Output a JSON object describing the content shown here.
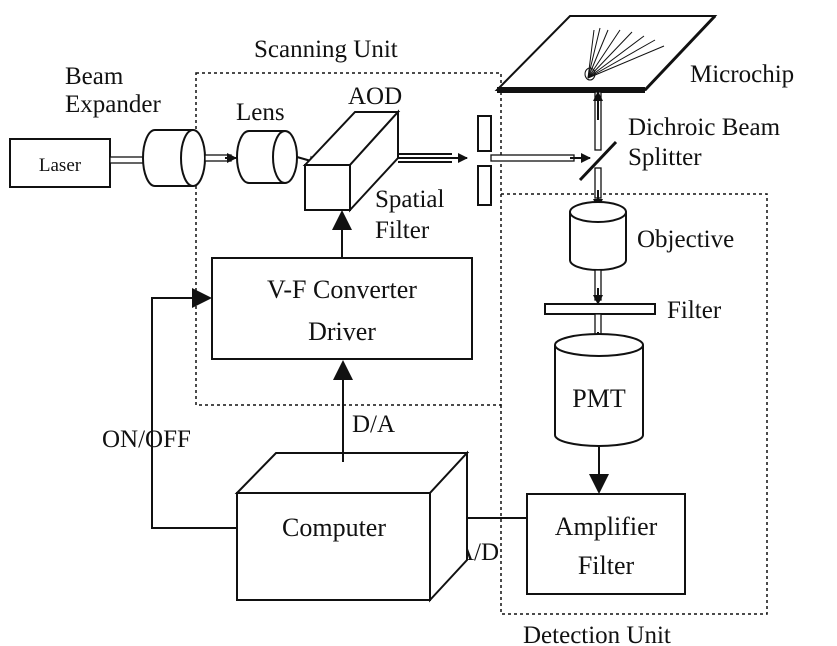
{
  "groups": {
    "scanning_unit": "Scanning Unit",
    "detection_unit": "Detection Unit"
  },
  "components": {
    "laser": "Laser",
    "beam_expander_line1": "Beam",
    "beam_expander_line2": "Expander",
    "lens": "Lens",
    "aod": "AOD",
    "spatial_filter_line1": "Spatial",
    "spatial_filter_line2": "Filter",
    "microchip": "Microchip",
    "dichroic_line1": "Dichroic Beam",
    "dichroic_line2": "Splitter",
    "objective": "Objective",
    "filter": "Filter",
    "pmt": "PMT",
    "vf_line1": "V-F Converter",
    "vf_line2": "Driver",
    "computer": "Computer",
    "amp_line1": "Amplifier",
    "amp_line2": "Filter"
  },
  "signals": {
    "da": "D/A",
    "ad": "A/D",
    "onoff": "ON/OFF"
  }
}
